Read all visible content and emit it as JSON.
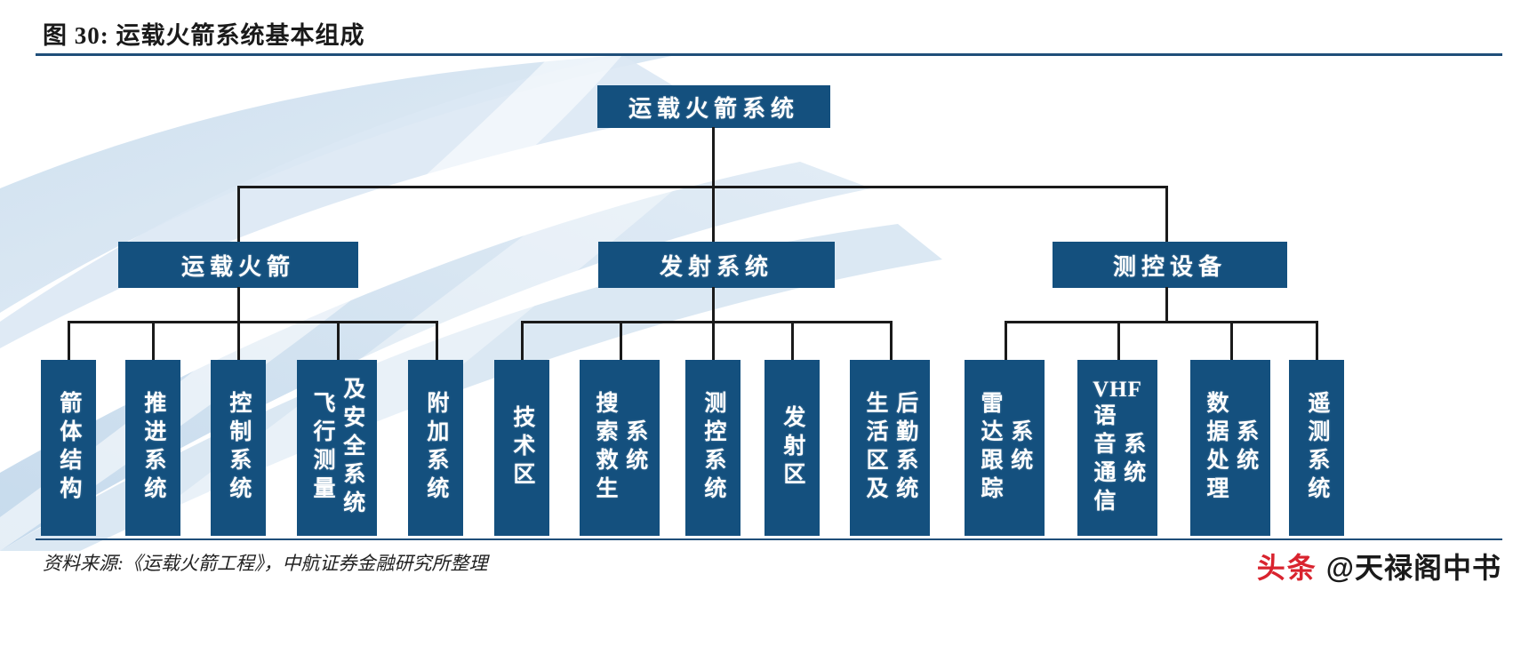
{
  "figure": {
    "title": "图 30: 运载火箭系统基本组成",
    "source": "资料来源:《运载火箭工程》，中航证券金融研究所整理"
  },
  "watermark": {
    "logo": "头条",
    "handle": "@天禄阁中书"
  },
  "colors": {
    "node_fill": "#14507e",
    "node_text": "#ffffff",
    "rule": "#1f4e79",
    "connector": "#1a1a1a",
    "watermark_red": "#d9232e",
    "background_art": "#cfe0ef"
  },
  "chart_data": {
    "type": "tree",
    "title": "运载火箭系统基本组成",
    "root": {
      "label": "运载火箭系统",
      "children": [
        {
          "label": "运载火箭",
          "children": [
            {
              "label": "箭体结构"
            },
            {
              "label": "推进系统"
            },
            {
              "label": "控制系统"
            },
            {
              "label": "飞行测量及安全系统"
            },
            {
              "label": "附加系统"
            }
          ]
        },
        {
          "label": "发射系统",
          "children": [
            {
              "label": "技术区"
            },
            {
              "label": "搜索救生系统"
            },
            {
              "label": "测控系统"
            },
            {
              "label": "发射区"
            },
            {
              "label": "生活区及后勤系统"
            }
          ]
        },
        {
          "label": "测控设备",
          "children": [
            {
              "label": "雷达跟踪系统"
            },
            {
              "label": "VHF语音通信系统"
            },
            {
              "label": "数据处理系统"
            },
            {
              "label": "遥测系统"
            }
          ]
        }
      ]
    }
  },
  "nodes": {
    "root": "运载火箭系统",
    "branch_1": "运载火箭",
    "branch_2": "发射系统",
    "branch_3": "测控设备",
    "leaf_1_1": "箭体结构",
    "leaf_1_2": "推进系统",
    "leaf_1_3": "控制系统",
    "leaf_1_4_a": "飞行测量",
    "leaf_1_4_b": "及安全系统",
    "leaf_1_5": "附加系统",
    "leaf_2_1": "技术区",
    "leaf_2_2_a": "搜索救生",
    "leaf_2_2_b": "系统",
    "leaf_2_3": "测控系统",
    "leaf_2_4": "发射区",
    "leaf_2_5_a": "生活区及",
    "leaf_2_5_b": "后勤系统",
    "leaf_3_1_a": "雷达跟踪",
    "leaf_3_1_b": "系统",
    "leaf_3_2_latin": "VHF",
    "leaf_3_2_a": "语音通信",
    "leaf_3_2_b": "系统",
    "leaf_3_3_a": "数据处理",
    "leaf_3_3_b": "系统",
    "leaf_3_4": "遥测系统"
  }
}
